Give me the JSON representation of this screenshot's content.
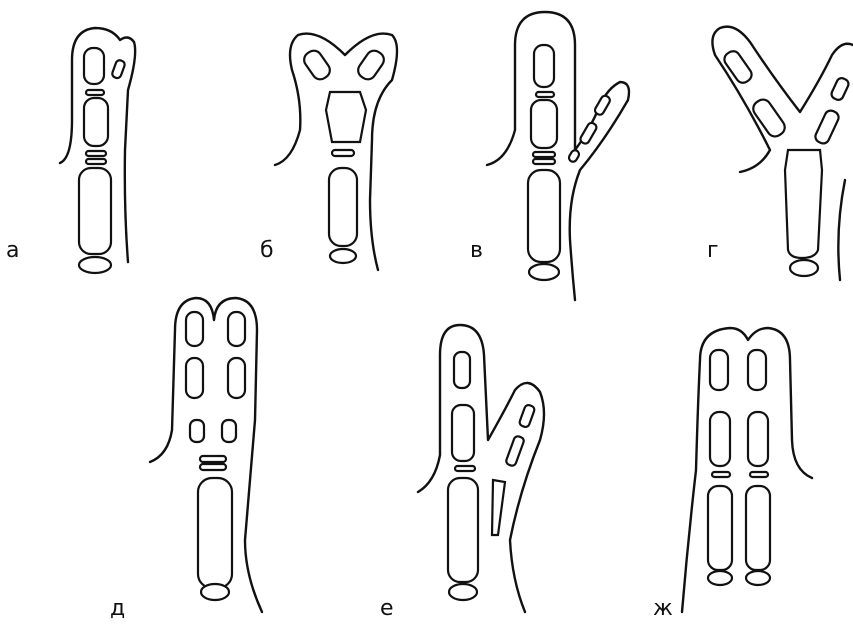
{
  "figure": {
    "panels": [
      {
        "key": "a",
        "label": "а"
      },
      {
        "key": "b",
        "label": "б"
      },
      {
        "key": "v",
        "label": "в"
      },
      {
        "key": "g",
        "label": "г"
      },
      {
        "key": "d",
        "label": "д"
      },
      {
        "key": "e",
        "label": "е"
      },
      {
        "key": "zh",
        "label": "ж"
      }
    ]
  }
}
